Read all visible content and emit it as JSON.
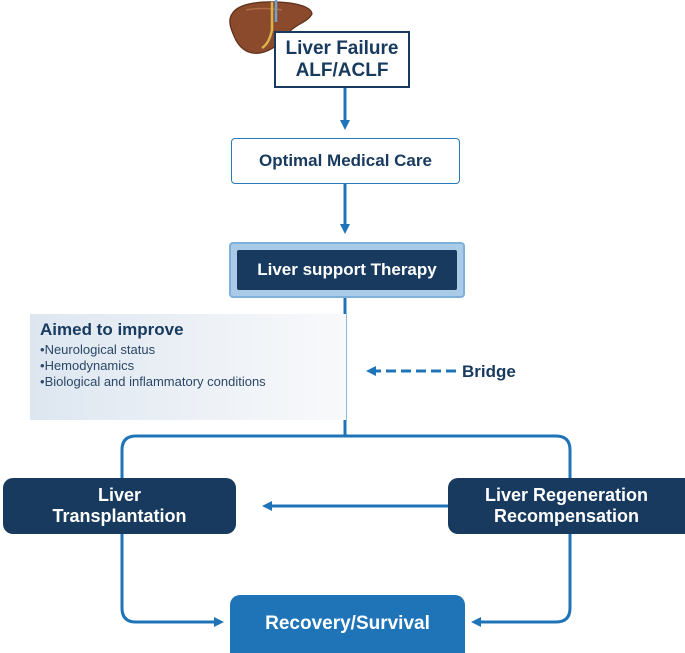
{
  "nodes": {
    "liver_failure": {
      "line1": "Liver Failure",
      "line2": "ALF/ACLF"
    },
    "optimal_care": "Optimal Medical Care",
    "liver_support": "Liver support Therapy",
    "transplantation": {
      "line1": "Liver",
      "line2": "Transplantation"
    },
    "regeneration": {
      "line1": "Liver Regeneration",
      "line2": "Recompensation"
    },
    "recovery": "Recovery/Survival"
  },
  "aims": {
    "title": "Aimed to improve",
    "items": [
      "Neurological status",
      "Hemodynamics",
      "Biological and inflammatory conditions"
    ]
  },
  "bridge": "Bridge",
  "colors": {
    "navy": "#173a5e",
    "arrow_blue": "#1f74b8",
    "light_blue": "#a9cbe8",
    "liver_brown": "#8b4a2b"
  },
  "icons": {
    "liver": "liver-organ-icon"
  }
}
